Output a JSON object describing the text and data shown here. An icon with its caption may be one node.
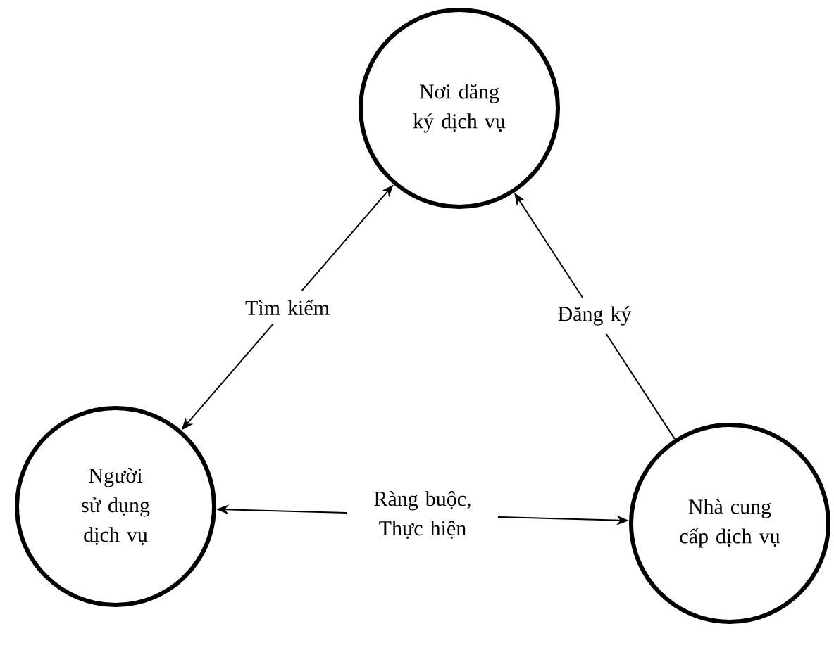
{
  "diagram": {
    "nodes": [
      {
        "text": [
          "Nơi đăng ký dịch vụ"
        ]
      },
      {
        "text": [
          "Người sử dụng dịch vụ"
        ]
      },
      {
        "text": [
          "Nhà cung cấp dịch vụ"
        ]
      }
    ],
    "edges": [
      {
        "from": 1,
        "to": 0,
        "arrow": "both",
        "label": "Tìm kiếm"
      },
      {
        "from": 2,
        "to": 0,
        "arrow": "to",
        "label": "Đăng ký"
      },
      {
        "from": 1,
        "to": 2,
        "arrow": "both",
        "label": "Ràng buộc, Thực hiện"
      }
    ]
  }
}
